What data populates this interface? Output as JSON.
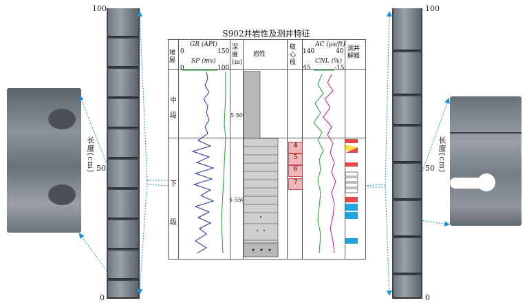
{
  "title": "S902井岩性及测井特征",
  "scale": {
    "top": "100",
    "mid": "50",
    "bottom": "0",
    "axis_label": "长度(cm)"
  },
  "headers": {
    "stratum": "地层",
    "gr_label": "GR (API)",
    "gr_min": "0",
    "gr_max": "150",
    "sp_label": "SP (mv)",
    "sp_min": "0",
    "sp_max": "100",
    "depth": "深度(m)",
    "lithology": "岩性",
    "coring": "取心段",
    "ac_label": "AC (μs/ft)",
    "ac_min": "140",
    "ac_max": "40",
    "cnl_label": "CNL (%)",
    "cnl_min": "45",
    "cnl_max": "-15",
    "interp": "测井解释"
  },
  "stages": {
    "middle": "中段",
    "lower": "下段",
    "lower_char1": "下",
    "lower_char2": "段"
  },
  "depth_ticks": [
    "5 500",
    "5 550"
  ],
  "core_segments": [
    "4",
    "5",
    "6",
    "7"
  ],
  "colors": {
    "gr": "#1f2fa8",
    "sp": "#1aa02a",
    "ac": "#c0148a",
    "cnl": "#1aa02a",
    "arrow": "#1e90d8",
    "core_pink": "#f5b3b8",
    "interp_blue": "#1fa6e0",
    "interp_red": "#e84a4a",
    "interp_yellow": "#f5e04a"
  }
}
